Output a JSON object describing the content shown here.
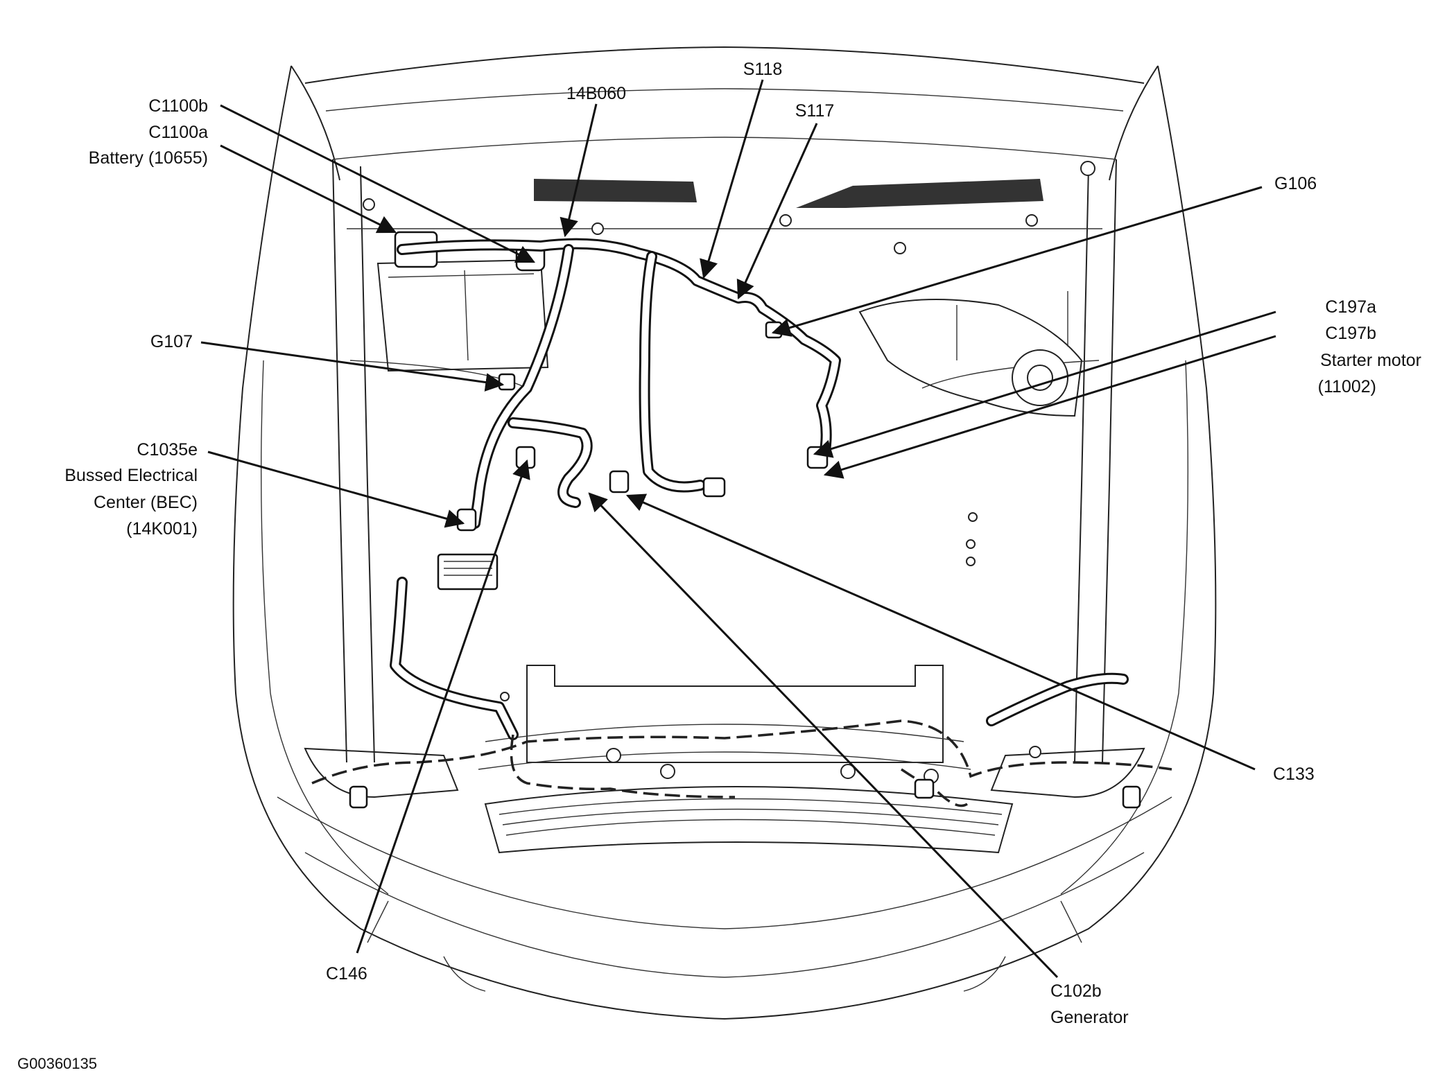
{
  "figure_id": "G00360135",
  "labels": {
    "c1100b": "C1100b",
    "c1100a": "C1100a",
    "battery": "Battery (10655)",
    "harness_14b060": "14B060",
    "s118": "S118",
    "s117": "S117",
    "g106": "G106",
    "g107": "G107",
    "c197a": "C197a",
    "c197b": "C197b",
    "starter_motor": "Starter motor",
    "starter_motor_part": "(11002)",
    "c1035e": "C1035e",
    "bec_line1": "Bussed Electrical",
    "bec_line2": "Center (BEC)",
    "bec_part": "(14K001)",
    "c133": "C133",
    "c146": "C146",
    "c102b": "C102b",
    "generator": "Generator"
  }
}
